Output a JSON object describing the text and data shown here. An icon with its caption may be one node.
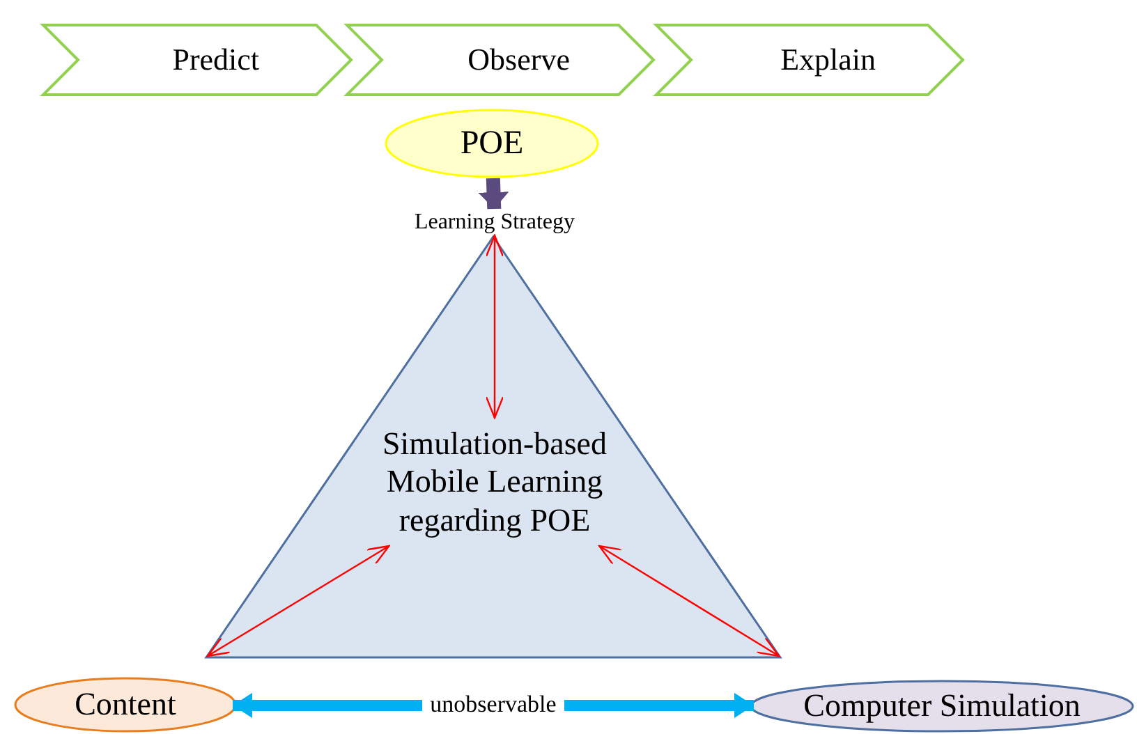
{
  "diagram": {
    "nodes": [
      {
        "text": [
          "Predict"
        ]
      },
      {
        "text": [
          "Observe"
        ]
      },
      {
        "text": [
          "Explain"
        ]
      },
      {
        "text": [
          "POE"
        ]
      },
      {
        "text": [
          "Learning Strategy"
        ]
      },
      {
        "text": [],
        "shape": "triangle"
      },
      {
        "text": [
          "Simulation-based Mobile Learning regarding POE"
        ],
        "in": 5
      },
      {
        "text": [
          "Content"
        ]
      },
      {
        "text": [
          "Computer Simulation"
        ]
      }
    ],
    "edges": [
      {
        "from": 3,
        "to": 4,
        "arrow": "to",
        "style": "thick",
        "color": "#5b4a7d"
      },
      {
        "from": 4,
        "to": 6,
        "arrow": "both",
        "color": "#ff0000"
      },
      {
        "from": null,
        "to": 6,
        "arrow": "both",
        "color": "#ff0000"
      },
      {
        "from": null,
        "to": 6,
        "arrow": "both",
        "color": "#ff0000"
      },
      {
        "from": 7,
        "to": 8,
        "arrow": "both",
        "label": "unobservable",
        "style": "thick",
        "color": "#00b0f0"
      }
    ]
  }
}
